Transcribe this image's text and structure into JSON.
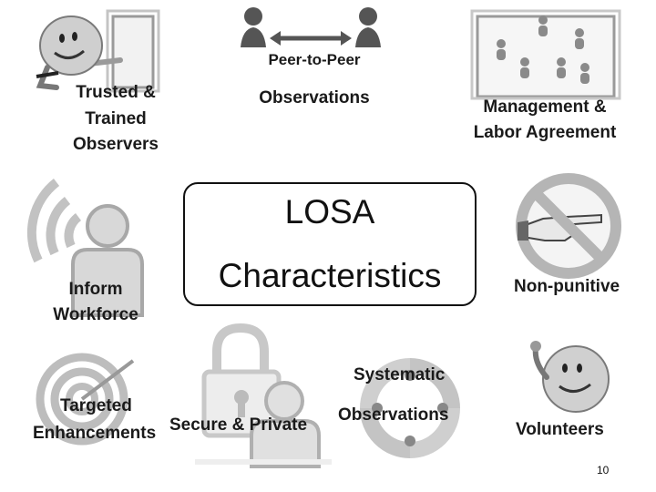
{
  "center": {
    "title": "LOSA",
    "subtitle": "Characteristics"
  },
  "labels": {
    "trusted_line1": "Trusted &",
    "trusted_line2": "Trained",
    "trusted_line3": "Observers",
    "peer_line1": "Peer-to-Peer",
    "peer_line2": "Observations",
    "management_line1": "Management &",
    "management_line2": "Labor Agreement",
    "inform_line1": "Inform",
    "inform_line2": "Workforce",
    "nonpunitive": "Non-punitive",
    "systematic_line1": "Systematic",
    "systematic_line2": "Observations",
    "targeted_line1": "Targeted",
    "targeted_line2": "Enhancements",
    "secure": "Secure & Private",
    "volunteers": "Volunteers"
  },
  "page_number": "10",
  "icons": [
    "smiley-door-icon",
    "peer-arrow-icon",
    "board-people-icon",
    "wifi-person-icon",
    "no-pointing-icon",
    "cycle-arrows-icon",
    "target-icon",
    "lock-person-icon",
    "waving-smiley-icon"
  ],
  "colors": {
    "icon_gray": "#b0b0b0",
    "icon_dark": "#6e6e6e",
    "text": "#1a1a1a"
  }
}
